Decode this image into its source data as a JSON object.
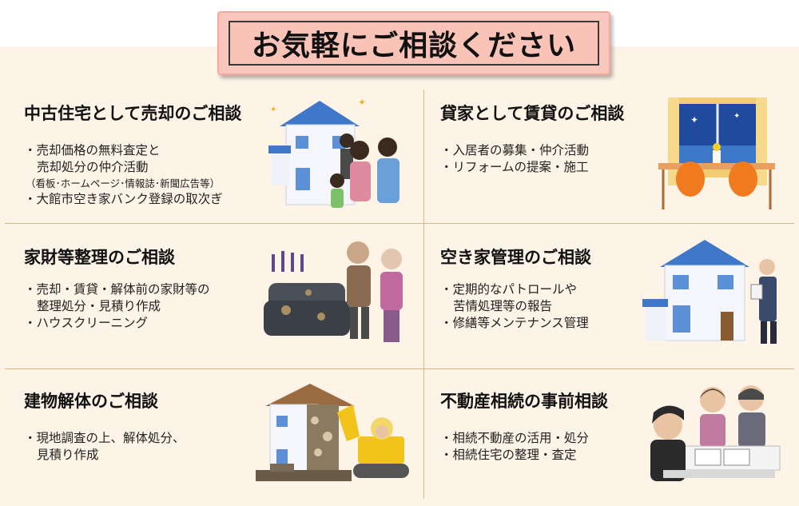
{
  "page_title": "お気軽にご相談ください",
  "sections": [
    {
      "title": "中古住宅として売却のご相談",
      "lines": [
        "・売却価格の無料査定と",
        "売却処分の仲介活動",
        "（看板･ホームページ･情報誌･新聞広告等）",
        "・大館市空き家バンク登録の取次ぎ"
      ]
    },
    {
      "title": "貸家として賃貸のご相談",
      "lines": [
        "・入居者の募集・仲介活動",
        "・リフォームの提案・施工"
      ]
    },
    {
      "title": "家財等整理のご相談",
      "lines": [
        "・売却・賃貸・解体前の家財等の",
        "整理処分・見積り作成",
        "・ハウスクリーニング"
      ]
    },
    {
      "title": "空き家管理のご相談",
      "lines": [
        "・定期的なパトロールや",
        "苦情処理等の報告",
        "・修繕等メンテナンス管理"
      ]
    },
    {
      "title": "建物解体のご相談",
      "lines": [
        "・現地調査の上、解体処分、",
        "見積り作成"
      ]
    },
    {
      "title": "不動産相続の事前相談",
      "lines": [
        "・相続不動産の活用・処分",
        "・相続住宅の整理・査定"
      ]
    }
  ],
  "colors": {
    "background": "#fdf3e6",
    "title_box": "#f9c6bd",
    "divider": "#e6b37f",
    "roof": "#3f78c8"
  }
}
